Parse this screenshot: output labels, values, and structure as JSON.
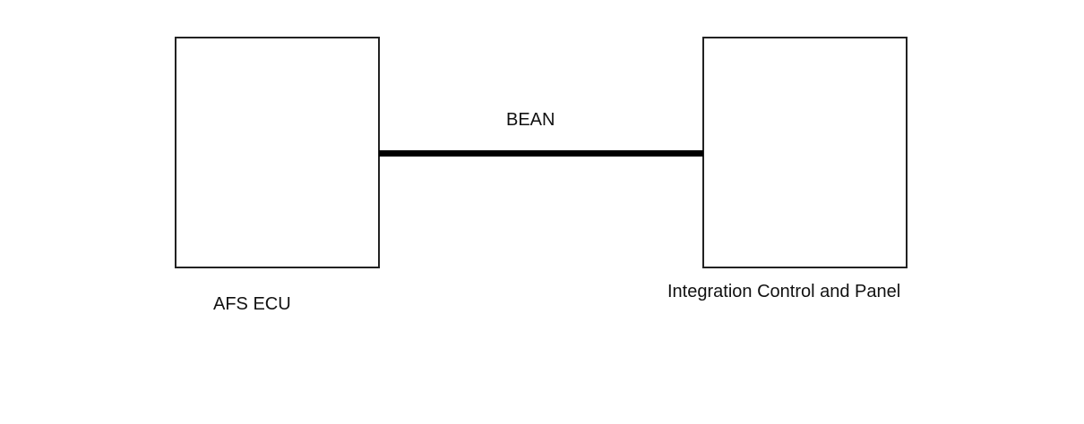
{
  "diagram": {
    "nodes": [
      {
        "id": "afs-ecu",
        "label": "AFS ECU"
      },
      {
        "id": "integration-panel",
        "label": "Integration Control and Panel"
      }
    ],
    "edges": [
      {
        "from": "afs-ecu",
        "to": "integration-panel",
        "label": "BEAN"
      }
    ],
    "colors": {
      "stroke": "#222222",
      "connector": "#000000",
      "background": "#ffffff"
    }
  }
}
